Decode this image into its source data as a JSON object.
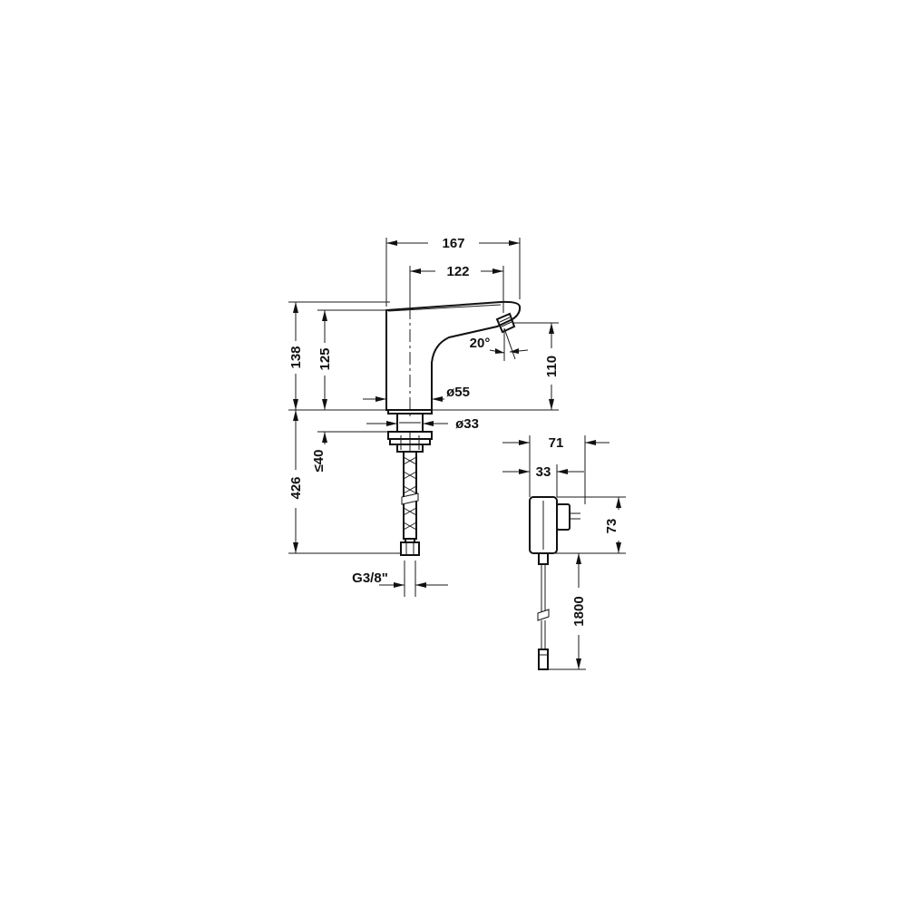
{
  "dimensions": {
    "width_167": "167",
    "reach_122": "122",
    "height_138": "138",
    "height_125": "125",
    "height_110": "110",
    "angle_20": "20°",
    "dia_55": "ø55",
    "dia_33": "ø33",
    "max_40": "≤40",
    "length_426": "426",
    "thread": "G3/8\"",
    "box_width_71": "71",
    "box_depth_33": "33",
    "box_height_73": "73",
    "cable_1800": "1800"
  },
  "colors": {
    "line": "#111111",
    "background": "#ffffff"
  }
}
